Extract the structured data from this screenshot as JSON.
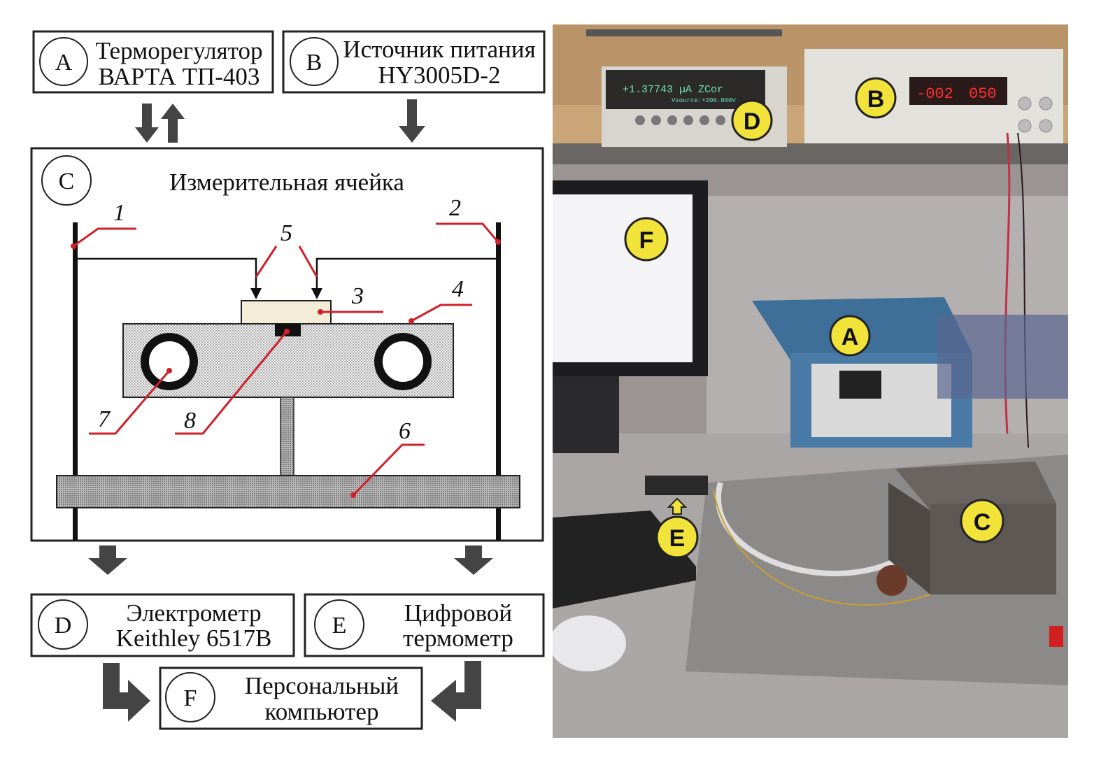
{
  "diagram": {
    "blocks": {
      "A": {
        "letter": "A",
        "line1": "Терморегулятор",
        "line2": "ВАРТА ТП-403"
      },
      "B": {
        "letter": "B",
        "line1": "Источник питания",
        "line2": "HY3005D-2"
      },
      "C": {
        "letter": "C",
        "title": "Измерительная ячейка"
      },
      "D": {
        "letter": "D",
        "line1": "Электрометр",
        "line2": "Keithley 6517B"
      },
      "E": {
        "letter": "E",
        "line1": "Цифровой",
        "line2": "термометр"
      },
      "F": {
        "letter": "F",
        "line1": "Персональный",
        "line2": "компьютер"
      }
    },
    "part_numbers": [
      "1",
      "2",
      "3",
      "4",
      "5",
      "6",
      "7",
      "8"
    ],
    "colors": {
      "leader": "#d0202a",
      "arrow": "#444444",
      "fill_dotted": "#e6e6e6",
      "sample": "#f3ecd6"
    }
  },
  "photo": {
    "labels": [
      "A",
      "B",
      "C",
      "D",
      "E",
      "F"
    ],
    "electrometer_display": "+1.37743 µA  ZCor",
    "electrometer_sub": "Vsource:+200.000V",
    "psu_display": [
      "-002",
      "050"
    ],
    "label_color": "#f2e33a"
  }
}
